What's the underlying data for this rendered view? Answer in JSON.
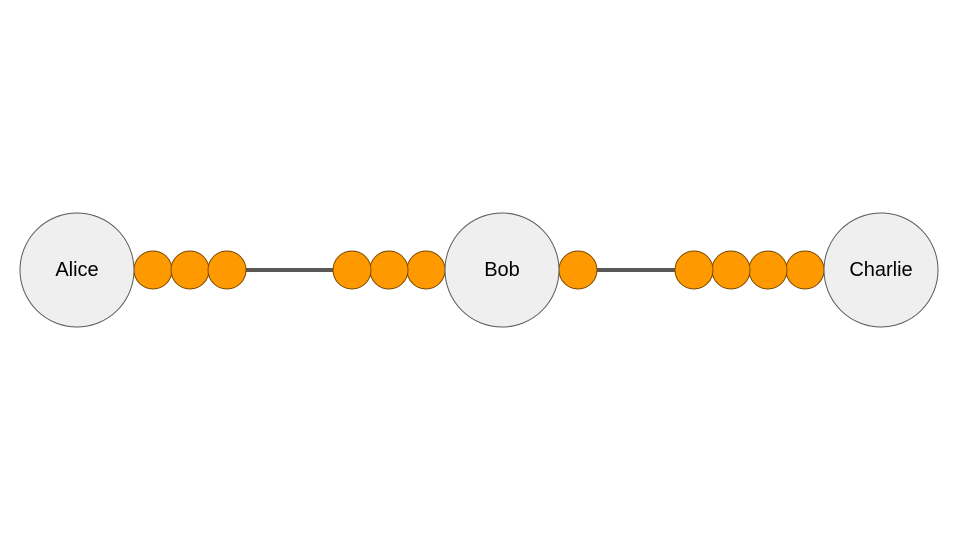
{
  "colors": {
    "node_fill": "#efefef",
    "node_stroke": "#595959",
    "coin_fill": "#ff9900",
    "coin_stroke": "#7a4a00",
    "channel": "#595959"
  },
  "nodes": [
    {
      "id": "alice",
      "label": "Alice"
    },
    {
      "id": "bob",
      "label": "Bob"
    },
    {
      "id": "charlie",
      "label": "Charlie"
    }
  ],
  "channels": [
    {
      "from": "alice",
      "to": "bob",
      "coins_from_side": 3,
      "coins_to_side": 3
    },
    {
      "from": "bob",
      "to": "charlie",
      "coins_from_side": 1,
      "coins_to_side": 4
    }
  ]
}
